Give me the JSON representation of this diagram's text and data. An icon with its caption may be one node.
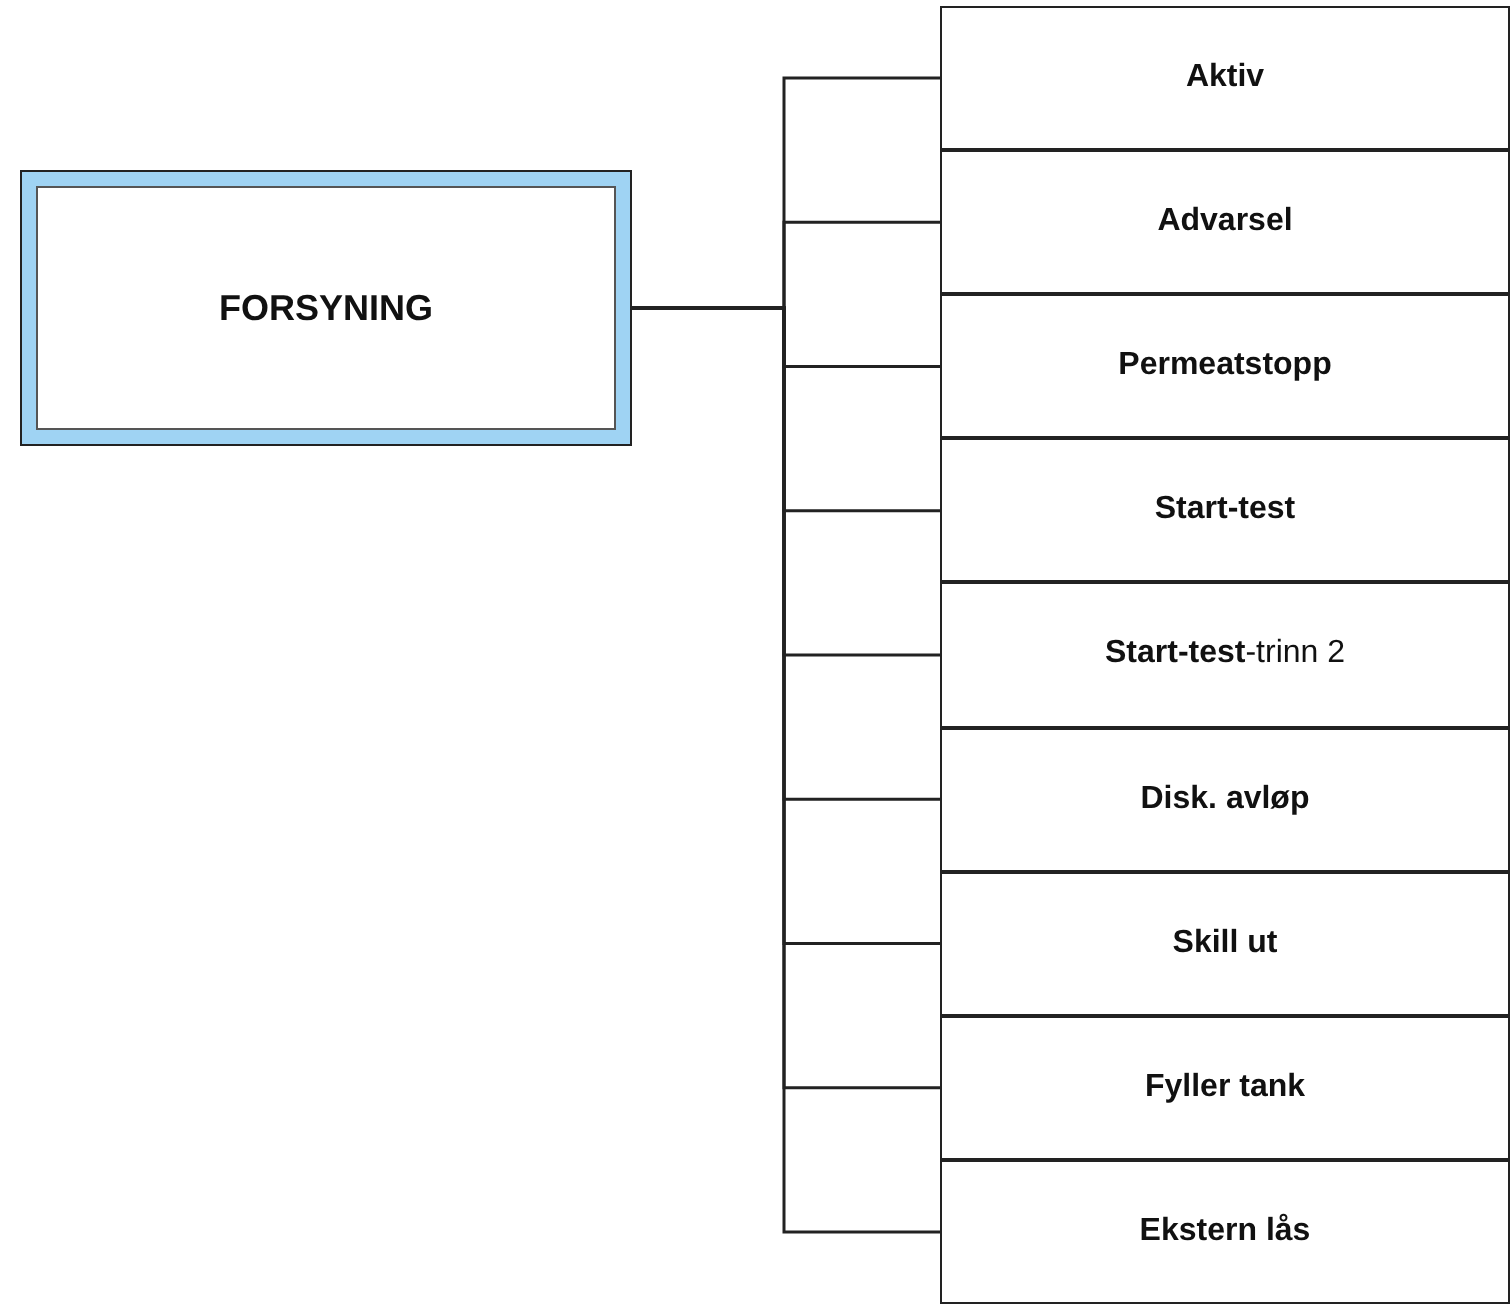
{
  "diagram": {
    "nodes": [
      {
        "text": [
          "FORSYNING"
        ]
      },
      {
        "text": [
          "Aktiv"
        ]
      },
      {
        "text": [
          "Advarsel"
        ]
      },
      {
        "text": [
          "Permeatstopp"
        ]
      },
      {
        "text": [
          "Start-test"
        ]
      },
      {
        "text": [
          "**Start-test**-trinn 2"
        ]
      },
      {
        "text": [
          "Disk. avløp"
        ]
      },
      {
        "text": [
          "Skill ut"
        ]
      },
      {
        "text": [
          "Fyller tank"
        ]
      },
      {
        "text": [
          "Ekstern lås"
        ]
      }
    ],
    "edges": [
      {
        "from": 0,
        "to": 1,
        "arrow": "none"
      },
      {
        "from": 0,
        "to": 2,
        "arrow": "none"
      },
      {
        "from": 0,
        "to": 3,
        "arrow": "none"
      },
      {
        "from": 0,
        "to": 4,
        "arrow": "none"
      },
      {
        "from": 0,
        "to": 5,
        "arrow": "none"
      },
      {
        "from": 0,
        "to": 6,
        "arrow": "none"
      },
      {
        "from": 0,
        "to": 7,
        "arrow": "none"
      },
      {
        "from": 0,
        "to": 8,
        "arrow": "none"
      },
      {
        "from": 0,
        "to": 9,
        "arrow": "none"
      }
    ]
  }
}
